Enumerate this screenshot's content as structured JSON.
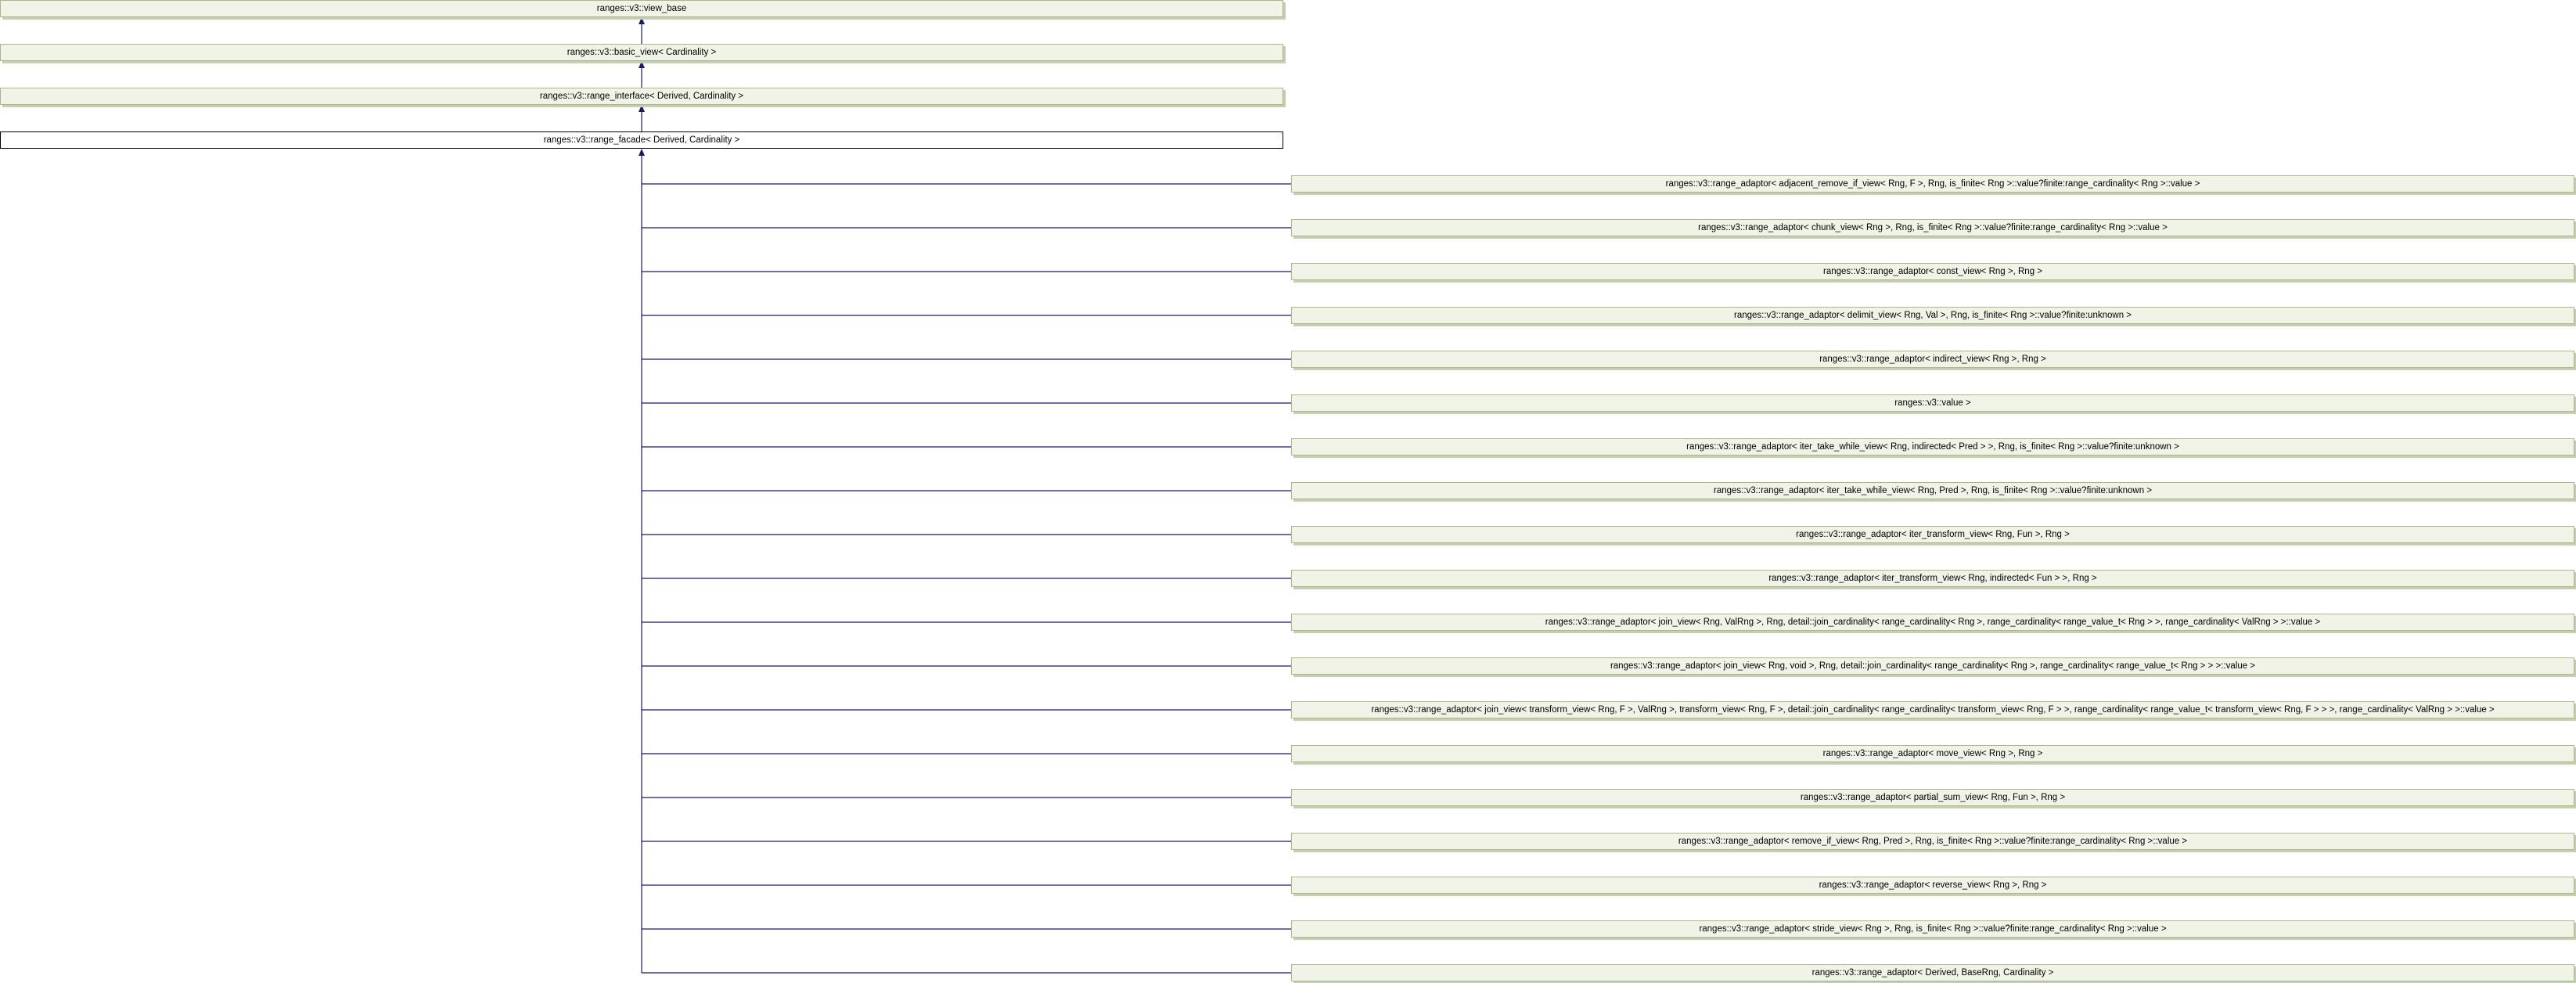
{
  "colors": {
    "edge": "#191970",
    "node_fill": "#f0f3e6",
    "node_border": "#a9b88a",
    "current_border": "#000000"
  },
  "ancestors": [
    "ranges::v3::view_base",
    "ranges::v3::basic_view< Cardinality >",
    "ranges::v3::range_interface< Derived, Cardinality >"
  ],
  "current": "ranges::v3::range_facade< Derived, Cardinality >",
  "derived": [
    "ranges::v3::range_adaptor< adjacent_remove_if_view< Rng, F >, Rng, is_finite< Rng >::value?finite:range_cardinality< Rng >::value >",
    "ranges::v3::range_adaptor< chunk_view< Rng >, Rng, is_finite< Rng >::value?finite:range_cardinality< Rng >::value >",
    "ranges::v3::range_adaptor< const_view< Rng >, Rng >",
    "ranges::v3::range_adaptor< delimit_view< Rng, Val >, Rng, is_finite< Rng >::value?finite:unknown >",
    "ranges::v3::range_adaptor< indirect_view< Rng >, Rng >",
    "ranges::v3::value >",
    "ranges::v3::range_adaptor< iter_take_while_view< Rng, indirected< Pred > >, Rng, is_finite< Rng >::value?finite:unknown >",
    "ranges::v3::range_adaptor< iter_take_while_view< Rng, Pred >, Rng, is_finite< Rng >::value?finite:unknown >",
    "ranges::v3::range_adaptor< iter_transform_view< Rng, Fun >, Rng >",
    "ranges::v3::range_adaptor< iter_transform_view< Rng, indirected< Fun > >, Rng >",
    "ranges::v3::range_adaptor< join_view< Rng, ValRng >, Rng, detail::join_cardinality< range_cardinality< Rng >, range_cardinality< range_value_t< Rng > >, range_cardinality< ValRng > >::value >",
    "ranges::v3::range_adaptor< join_view< Rng, void >, Rng, detail::join_cardinality< range_cardinality< Rng >, range_cardinality< range_value_t< Rng > > >::value >",
    "ranges::v3::range_adaptor< join_view< transform_view< Rng, F >, ValRng >, transform_view< Rng, F >, detail::join_cardinality< range_cardinality< transform_view< Rng, F > >, range_cardinality< range_value_t< transform_view< Rng, F > > >, range_cardinality< ValRng > >::value >",
    "ranges::v3::range_adaptor< move_view< Rng >, Rng >",
    "ranges::v3::range_adaptor< partial_sum_view< Rng, Fun >, Rng >",
    "ranges::v3::range_adaptor< remove_if_view< Rng, Pred >, Rng, is_finite< Rng >::value?finite:range_cardinality< Rng >::value >",
    "ranges::v3::range_adaptor< reverse_view< Rng >, Rng >",
    "ranges::v3::range_adaptor< stride_view< Rng >, Rng, is_finite< Rng >::value?finite:range_cardinality< Rng >::value >",
    "ranges::v3::range_adaptor< Derived, BaseRng, Cardinality >"
  ]
}
